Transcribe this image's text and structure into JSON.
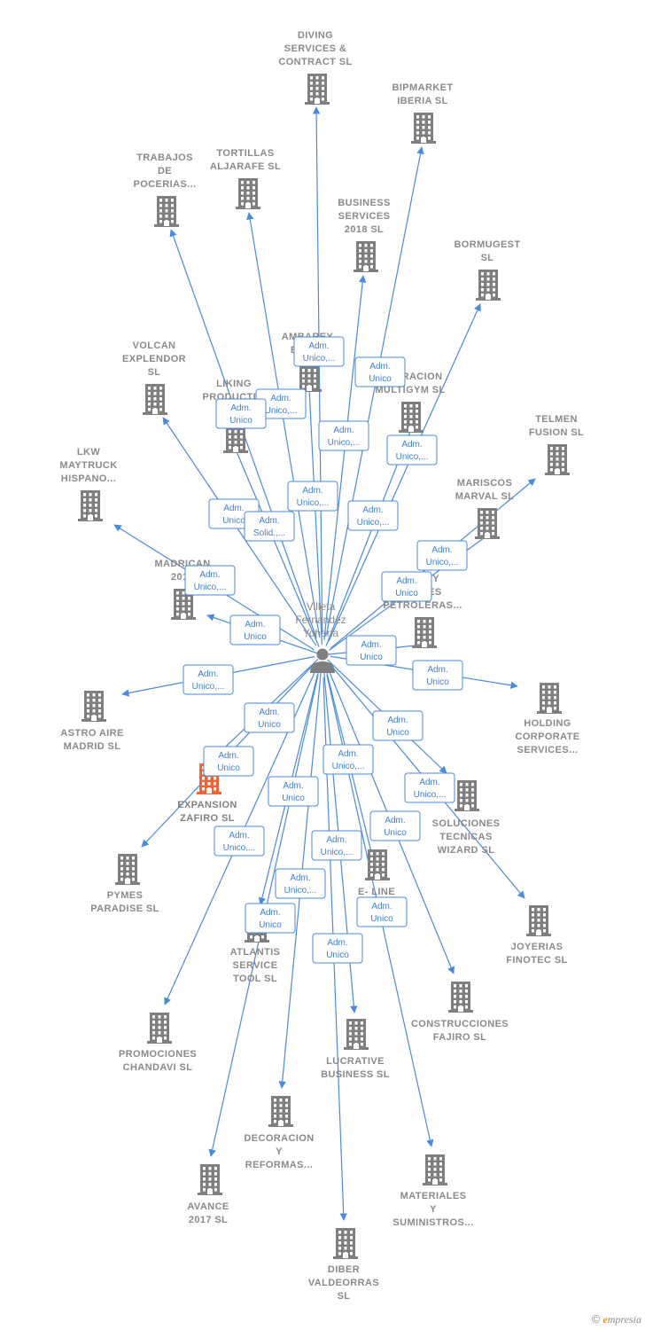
{
  "center": {
    "name_lines": [
      "Villeta",
      "Fernandez",
      "Yohana"
    ],
    "icon": "person-icon"
  },
  "companies": [
    {
      "id": "diving",
      "lines": [
        "DIVING",
        "SERVICES &",
        "CONTRACT  SL"
      ],
      "icon": "building-icon"
    },
    {
      "id": "bipmarket",
      "lines": [
        "BIPMARKET",
        "IBERIA  SL"
      ],
      "icon": "building-icon"
    },
    {
      "id": "trabajos",
      "lines": [
        "TRABAJOS",
        "DE",
        "POCERIAS..."
      ],
      "icon": "building-icon"
    },
    {
      "id": "tortillas",
      "lines": [
        "TORTILLAS",
        "ALJARAFE  SL"
      ],
      "icon": "building-icon"
    },
    {
      "id": "business2018",
      "lines": [
        "BUSINESS",
        "SERVICES",
        "2018  SL"
      ],
      "icon": "building-icon"
    },
    {
      "id": "bormugest",
      "lines": [
        "BORMUGEST",
        "SL"
      ],
      "icon": "building-icon"
    },
    {
      "id": "ambarey",
      "lines": [
        "AMBAREY",
        "BUSI..."
      ],
      "icon": "building-icon"
    },
    {
      "id": "volcan",
      "lines": [
        "VOLCAN",
        "EXPLENDOR",
        "SL"
      ],
      "icon": "building-icon"
    },
    {
      "id": "liking",
      "lines": [
        "LIKING",
        "PRODUCTI..."
      ],
      "icon": "building-icon"
    },
    {
      "id": "multigym",
      "lines": [
        "...PORACION",
        "MULTIGYM SL"
      ],
      "icon": "building-icon"
    },
    {
      "id": "telmen",
      "lines": [
        "TELMEN",
        "FUSION  SL"
      ],
      "icon": "building-icon"
    },
    {
      "id": "lkw",
      "lines": [
        "LKW",
        "MAYTRUCK",
        "HISPANO..."
      ],
      "icon": "building-icon"
    },
    {
      "id": "mariscos",
      "lines": [
        "MARISCOS",
        "MARVAL  SL"
      ],
      "icon": "building-icon"
    },
    {
      "id": "madrican",
      "lines": [
        "MADRICAN",
        "2016"
      ],
      "icon": "building-icon"
    },
    {
      "id": "petroleras",
      "lines": [
        "...OS Y",
        "...ONES",
        "PETROLERAS..."
      ],
      "icon": "building-icon"
    },
    {
      "id": "holding",
      "lines": [
        "HOLDING",
        "CORPORATE",
        "SERVICES..."
      ],
      "icon": "building-icon"
    },
    {
      "id": "astro",
      "lines": [
        "ASTRO AIRE",
        "MADRID  SL"
      ],
      "icon": "building-icon"
    },
    {
      "id": "expansion",
      "lines": [
        "EXPANSION",
        "ZAFIRO  SL"
      ],
      "icon": "building-icon",
      "highlight": true
    },
    {
      "id": "soluciones",
      "lines": [
        "SOLUCIONES",
        "TECNICAS",
        "WIZARD  SL"
      ],
      "icon": "building-icon"
    },
    {
      "id": "pymes",
      "lines": [
        "PYMES",
        "PARADISE  SL"
      ],
      "icon": "building-icon"
    },
    {
      "id": "eline",
      "lines": [
        "E- LINE",
        "MA...G"
      ],
      "icon": "building-icon"
    },
    {
      "id": "joyerias",
      "lines": [
        "JOYERIAS",
        "FINOTEC  SL"
      ],
      "icon": "building-icon"
    },
    {
      "id": "atlantis",
      "lines": [
        "ATLANTIS",
        "SERVICE",
        "TOOL  SL"
      ],
      "icon": "building-icon"
    },
    {
      "id": "construcciones",
      "lines": [
        "CONSTRUCCIONES",
        "FAJIRO  SL"
      ],
      "icon": "building-icon"
    },
    {
      "id": "promociones",
      "lines": [
        "PROMOCIONES",
        "CHANDAVI  SL"
      ],
      "icon": "building-icon"
    },
    {
      "id": "lucrative",
      "lines": [
        "LUCRATIVE",
        "BUSINESS  SL"
      ],
      "icon": "building-icon"
    },
    {
      "id": "decoracion",
      "lines": [
        "DECORACION",
        "Y",
        "REFORMAS..."
      ],
      "icon": "building-icon"
    },
    {
      "id": "avance",
      "lines": [
        "AVANCE",
        "2017  SL"
      ],
      "icon": "building-icon"
    },
    {
      "id": "materiales",
      "lines": [
        "MATERIALES",
        "Y",
        "SUMINISTROS..."
      ],
      "icon": "building-icon"
    },
    {
      "id": "diber",
      "lines": [
        "DIBER",
        "VALDEORRAS",
        "SL"
      ],
      "icon": "building-icon"
    }
  ],
  "relations": [
    {
      "lines": [
        "Adm.",
        "Unico,..."
      ]
    },
    {
      "lines": [
        "Adm.",
        "Unico"
      ]
    },
    {
      "lines": [
        "Adm.",
        "Unico,..."
      ]
    },
    {
      "lines": [
        "Adm.",
        "Unico"
      ]
    },
    {
      "lines": [
        "Adm.",
        "Unico,..."
      ]
    },
    {
      "lines": [
        "Adm.",
        "Unico,..."
      ]
    },
    {
      "lines": [
        "Adm.",
        "Unico"
      ]
    },
    {
      "lines": [
        "Adm.",
        "Solid.,..."
      ]
    },
    {
      "lines": [
        "Adm.",
        "Unico,..."
      ]
    },
    {
      "lines": [
        "Adm.",
        "Unico,..."
      ]
    },
    {
      "lines": [
        "Adm.",
        "Unico,..."
      ]
    },
    {
      "lines": [
        "Adm.",
        "Unico"
      ]
    },
    {
      "lines": [
        "Adm.",
        "Unico,..."
      ]
    },
    {
      "lines": [
        "Adm.",
        "Unico"
      ]
    },
    {
      "lines": [
        "Adm.",
        "Unico"
      ]
    },
    {
      "lines": [
        "Adm.",
        "Unico"
      ]
    },
    {
      "lines": [
        "Adm.",
        "Unico,..."
      ]
    },
    {
      "lines": [
        "Adm.",
        "Unico"
      ]
    },
    {
      "lines": [
        "Adm.",
        "Unico"
      ]
    },
    {
      "lines": [
        "Adm.",
        "Unico"
      ]
    },
    {
      "lines": [
        "Adm.",
        "Unico,..."
      ]
    },
    {
      "lines": [
        "Adm.",
        "Unico,..."
      ]
    },
    {
      "lines": [
        "Adm.",
        "Unico"
      ]
    },
    {
      "lines": [
        "Adm.",
        "Unico,..."
      ]
    },
    {
      "lines": [
        "Adm.",
        "Unico,..."
      ]
    },
    {
      "lines": [
        "Adm.",
        "Unico"
      ]
    },
    {
      "lines": [
        "Adm.",
        "Unico,..."
      ]
    },
    {
      "lines": [
        "Adm.",
        "Unico"
      ]
    },
    {
      "lines": [
        "Adm.",
        "Unico"
      ]
    },
    {
      "lines": [
        "Adm.",
        "Unico"
      ]
    }
  ],
  "colors": {
    "edge": "#4a8ad8",
    "building": "#7f7f7f",
    "highlight": "#f0643c",
    "text": "#8a8a8a"
  },
  "footer": {
    "copyright": "©",
    "brand_first": "e",
    "brand_rest": "mpresia"
  }
}
